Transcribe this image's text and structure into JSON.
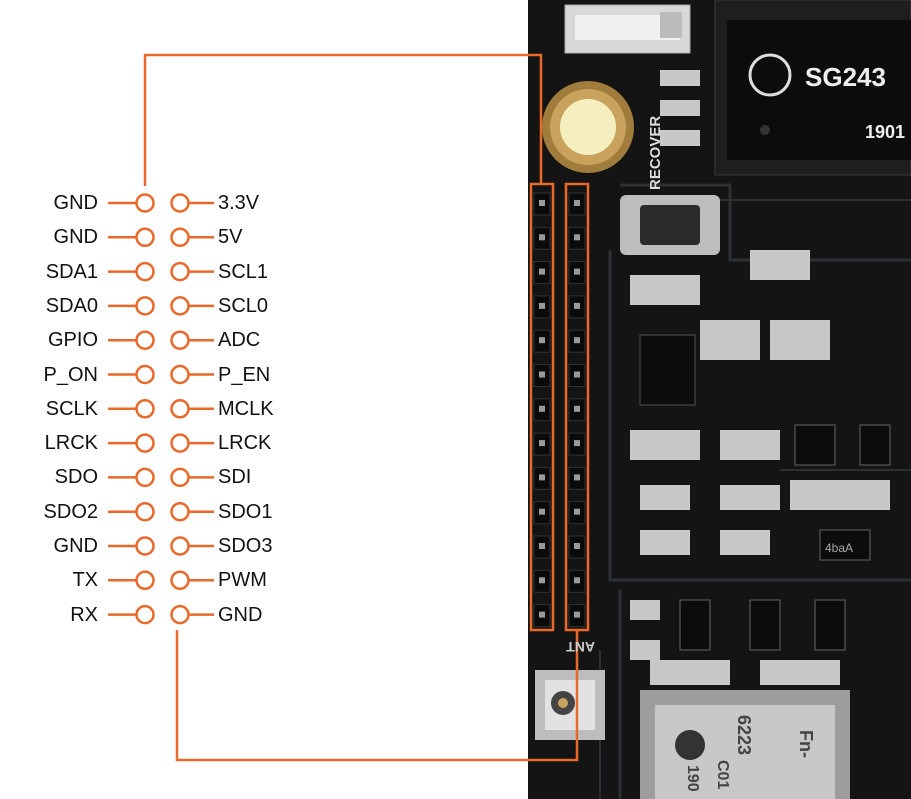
{
  "pinout": {
    "left_pins": [
      "GND",
      "GND",
      "SDA1",
      "SDA0",
      "GPIO",
      "P_ON",
      "SCLK",
      "LRCK",
      "SDO",
      "SDO2",
      "GND",
      "TX",
      "RX"
    ],
    "right_pins": [
      "3.3V",
      "5V",
      "SCL1",
      "SCL0",
      "ADC",
      "P_EN",
      "MCLK",
      "LRCK",
      "SDI",
      "SDO1",
      "SDO3",
      "PWM",
      "GND"
    ]
  },
  "board": {
    "chip_label": "SG243",
    "chip_code": "1901",
    "button_label": "RECOVER",
    "antenna_label": "ANT",
    "ic_label": "4baA",
    "module_code1": "6223",
    "module_code2": "C01",
    "module_code3": "190",
    "module_code4": "Fn-"
  },
  "colors": {
    "accent": "#E8692A",
    "pcb": "#141414",
    "pcb_trace": "#2a2d30",
    "text": "#111111"
  }
}
